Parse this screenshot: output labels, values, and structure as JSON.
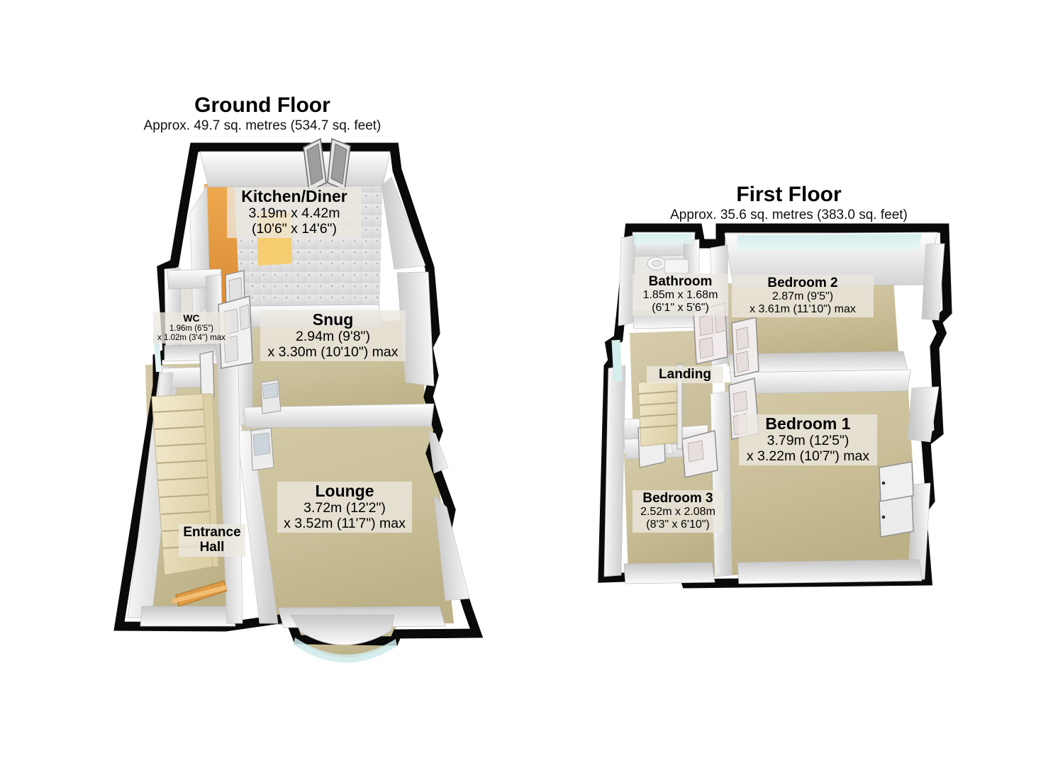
{
  "document": {
    "type": "floor-plan",
    "background_color": "#ffffff"
  },
  "palette": {
    "wall_outline": "#000000",
    "wall_face_light": "#f4f4f4",
    "wall_face_mid": "#d9d9d9",
    "wall_face_dark": "#b5b5b5",
    "floor_carpet": "#cbc09a",
    "floor_carpet_dark": "#bdb189",
    "floor_tile": "#e2e2e2",
    "floor_wood": "#e8a24e",
    "floor_wood_light": "#f3c96a",
    "stairs": "#e9dfbd",
    "glass_tint": "#d6eeee",
    "label_bg": "#ece8e0",
    "text": "#000000"
  },
  "floors": [
    {
      "id": "ground",
      "title": "Ground Floor",
      "subtitle": "Approx. 49.7 sq. metres (534.7 sq. feet)",
      "area_metric": "49.7 sq. metres",
      "area_imperial": "534.7 sq. feet",
      "rooms": [
        {
          "id": "kitchen-diner",
          "name": "Kitchen/Diner",
          "dim_line1": "3.19m x 4.42m",
          "dim_line2": "(10'6\" x 14'6\")",
          "size": "big"
        },
        {
          "id": "snug",
          "name": "Snug",
          "dim_line1": "2.94m (9'8\")",
          "dim_line2": "x 3.30m (10'10\") max",
          "size": "big"
        },
        {
          "id": "lounge",
          "name": "Lounge",
          "dim_line1": "3.72m (12'2\")",
          "dim_line2": "x 3.52m (11'7\") max",
          "size": "big"
        },
        {
          "id": "wc",
          "name": "WC",
          "dim_line1": "1.96m (6'5\")",
          "dim_line2": "x 1.02m (3'4\") max",
          "size": "small"
        },
        {
          "id": "entrance-hall",
          "name": "Entrance",
          "dim_line1": "Hall",
          "dim_line2": "",
          "size": "mid"
        }
      ]
    },
    {
      "id": "first",
      "title": "First Floor",
      "subtitle": "Approx. 35.6 sq. metres (383.0 sq. feet)",
      "area_metric": "35.6 sq. metres",
      "area_imperial": "383.0 sq. feet",
      "rooms": [
        {
          "id": "bathroom",
          "name": "Bathroom",
          "dim_line1": "1.85m x 1.68m",
          "dim_line2": "(6'1\" x 5'6\")",
          "size": "mid"
        },
        {
          "id": "bedroom-2",
          "name": "Bedroom 2",
          "dim_line1": "2.87m (9'5\")",
          "dim_line2": "x 3.61m (11'10\") max",
          "size": "mid"
        },
        {
          "id": "bedroom-1",
          "name": "Bedroom 1",
          "dim_line1": "3.79m (12'5\")",
          "dim_line2": "x 3.22m (10'7\") max",
          "size": "big"
        },
        {
          "id": "bedroom-3",
          "name": "Bedroom 3",
          "dim_line1": "2.52m x 2.08m",
          "dim_line2": "(8'3\" x 6'10\")",
          "size": "mid"
        },
        {
          "id": "landing",
          "name": "Landing",
          "dim_line1": "",
          "dim_line2": "",
          "size": "mid"
        }
      ]
    }
  ]
}
